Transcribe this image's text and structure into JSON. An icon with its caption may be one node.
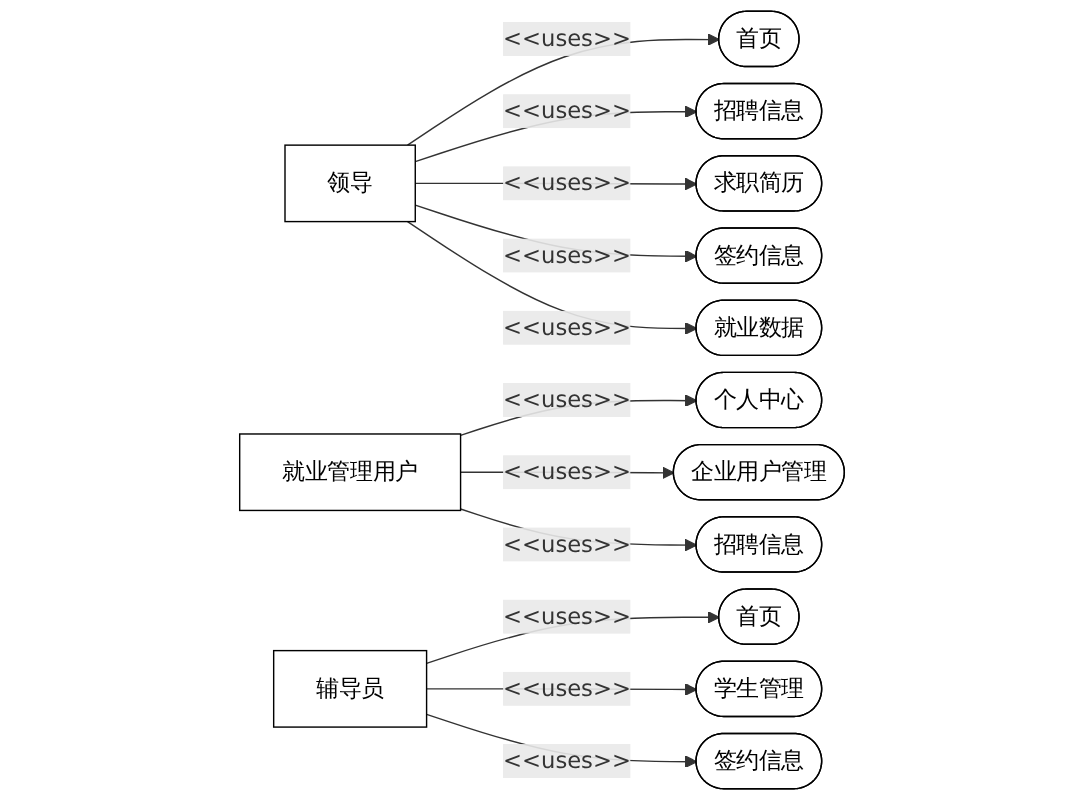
{
  "diagram": {
    "nodes": [
      {
        "text": [
          "领导"
        ]
      },
      {
        "text": [
          "首页"
        ]
      },
      {
        "text": [
          "招聘信息"
        ]
      },
      {
        "text": [
          "求职简历"
        ]
      },
      {
        "text": [
          "签约信息"
        ]
      },
      {
        "text": [
          "就业数据"
        ]
      },
      {
        "text": [
          "个人中心"
        ]
      },
      {
        "text": [
          "企业用户管理"
        ]
      },
      {
        "text": [
          "招聘信息"
        ]
      },
      {
        "text": [
          "就业管理用户"
        ]
      },
      {
        "text": [
          "首页"
        ]
      },
      {
        "text": [
          "学生管理"
        ]
      },
      {
        "text": [
          "签约信息"
        ]
      },
      {
        "text": [
          "辅导员"
        ]
      }
    ],
    "edges": [
      {
        "from": 0,
        "to": 1,
        "arrow": "to",
        "label": "<<uses>>"
      },
      {
        "from": 0,
        "to": 2,
        "arrow": "to",
        "label": "<<uses>>"
      },
      {
        "from": 0,
        "to": 3,
        "arrow": "to",
        "label": "<<uses>>"
      },
      {
        "from": 0,
        "to": 4,
        "arrow": "to",
        "label": "<<uses>>"
      },
      {
        "from": 0,
        "to": 5,
        "arrow": "to",
        "label": "<<uses>>"
      },
      {
        "from": 9,
        "to": 6,
        "arrow": "to",
        "label": "<<uses>>"
      },
      {
        "from": 9,
        "to": 7,
        "arrow": "to",
        "label": "<<uses>>"
      },
      {
        "from": 9,
        "to": 8,
        "arrow": "to",
        "label": "<<uses>>"
      },
      {
        "from": 13,
        "to": 10,
        "arrow": "to",
        "label": "<<uses>>"
      },
      {
        "from": 13,
        "to": 11,
        "arrow": "to",
        "label": "<<uses>>"
      },
      {
        "from": 13,
        "to": 12,
        "arrow": "to",
        "label": "<<uses>>"
      }
    ]
  }
}
